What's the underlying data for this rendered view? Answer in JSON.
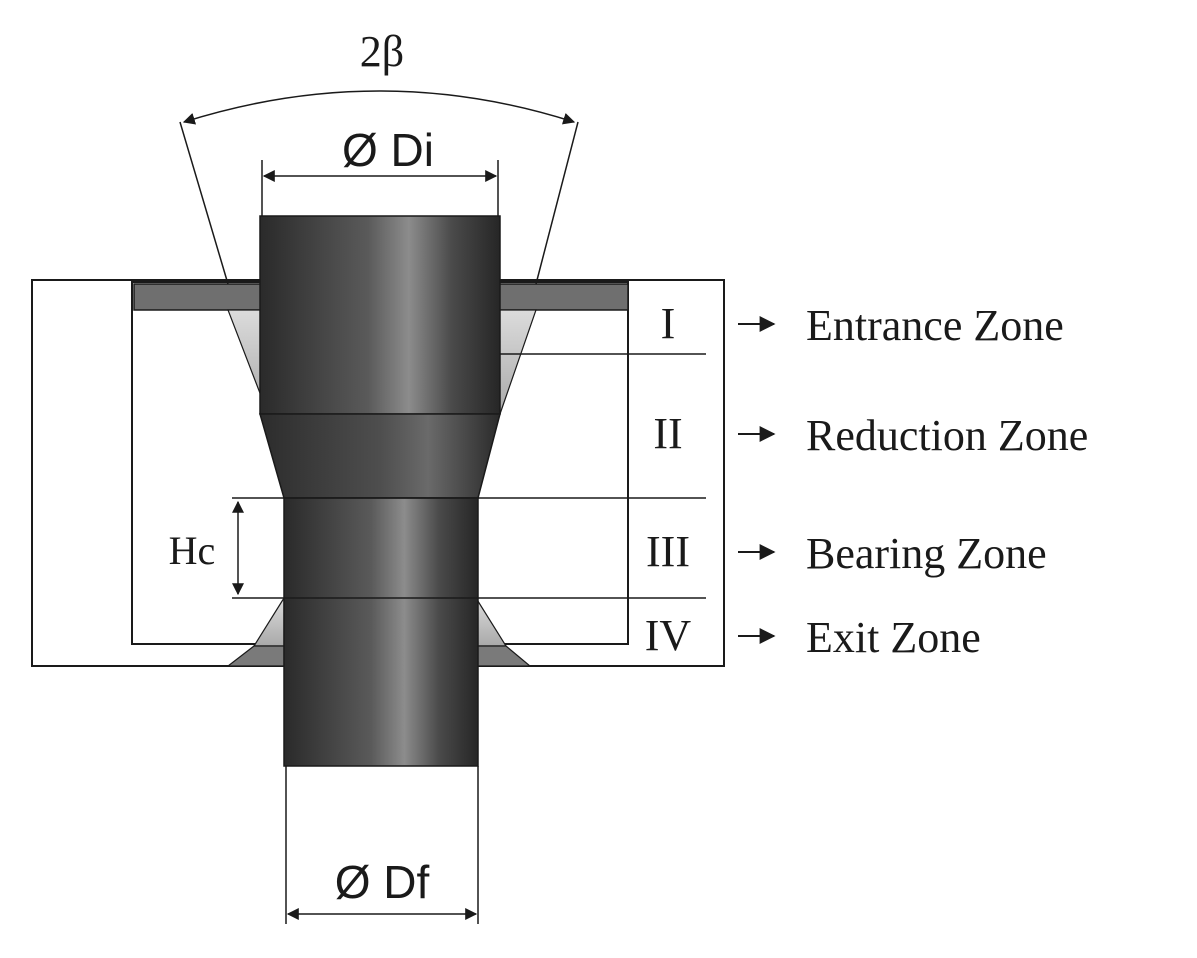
{
  "labels": {
    "angle": "2β",
    "diameter_initial": "Ø Di",
    "diameter_final": "Ø Df",
    "bearing_height": "Hc"
  },
  "zones": [
    {
      "numeral": "I",
      "name": "Entrance Zone"
    },
    {
      "numeral": "II",
      "name": "Reduction Zone"
    },
    {
      "numeral": "III",
      "name": "Bearing Zone"
    },
    {
      "numeral": "IV",
      "name": "Exit Zone"
    }
  ],
  "colors": {
    "line": "#1a1a1a",
    "die_plate": "#6f6f6f",
    "die_cone": "#c4c4c4",
    "wire_dark": "#2e2e2e",
    "wire_light": "#8a8a8a"
  }
}
